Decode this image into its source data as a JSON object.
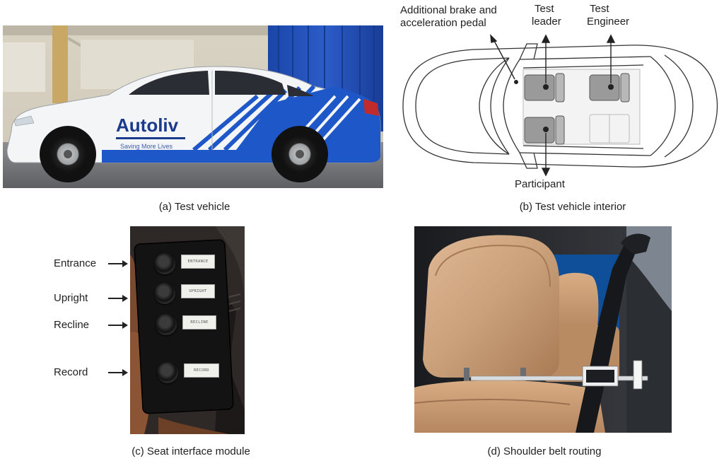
{
  "panels": {
    "a": {
      "caption": "(a) Test vehicle",
      "brand_text": "Autoliv",
      "slogan_text": "Saving More Lives"
    },
    "b": {
      "caption": "(b) Test vehicle interior",
      "labels": {
        "pedal": [
          "Additional brake and",
          "acceleration pedal"
        ],
        "leader": [
          "Test",
          "leader"
        ],
        "engineer": [
          "Test",
          "Engineer"
        ],
        "participant": "Participant"
      }
    },
    "c": {
      "caption": "(c) Seat interface module",
      "labels": [
        "Entrance",
        "Upright",
        "Recline",
        "Record"
      ],
      "button_tags": [
        "ENTRANCE",
        "UPRIGHT",
        "RECLINE",
        "RECORD"
      ]
    },
    "d": {
      "caption": "(d) Shoulder belt routing"
    }
  },
  "colors": {
    "car_blue": "#1e57c8",
    "car_white": "#f4f5f7",
    "leather": "#c9a07a",
    "seat_gray": "#9a9a9a"
  },
  "icons": [
    "arrow-right-icon",
    "arrow-up-icon",
    "arrow-down-icon",
    "button-icon"
  ]
}
